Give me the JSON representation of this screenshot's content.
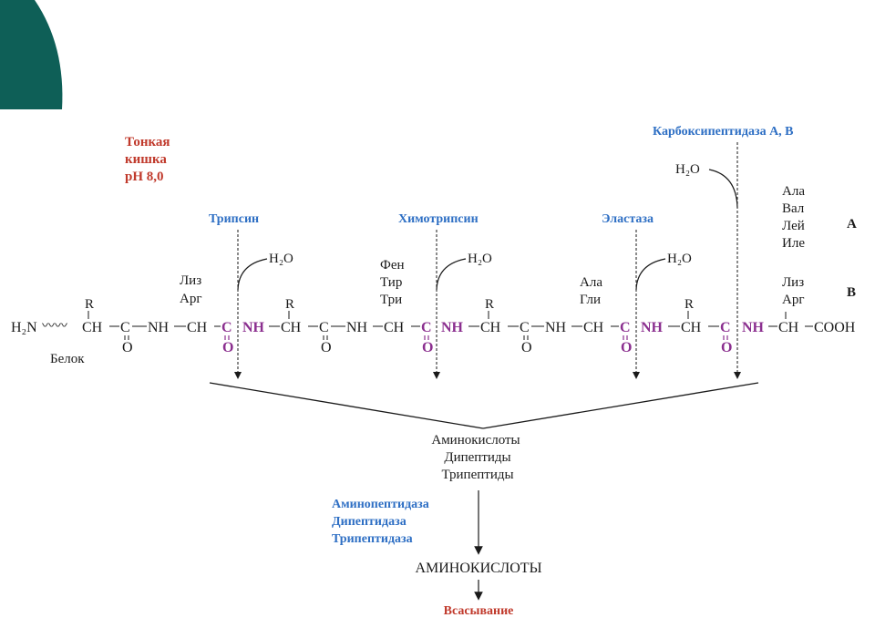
{
  "colors": {
    "corner": "#0e5f57",
    "enzyme": "#2e6fc4",
    "highlight": "#8b2f8f",
    "red": "#c0392b",
    "text": "#1a1a1a"
  },
  "intestine": {
    "line1": "Тонкая",
    "line2": "кишка",
    "line3": "pH 8,0"
  },
  "enzymes": {
    "trypsin": "Трипсин",
    "chymotrypsin": "Химотрипсин",
    "elastase": "Эластаза",
    "carboxypeptidase": "Карбоксипептидаза А, В"
  },
  "water": "H₂O",
  "residues": {
    "trypsin": [
      "Лиз",
      "Арг"
    ],
    "chymotrypsin": [
      "Фен",
      "Тир",
      "Три"
    ],
    "elastase": [
      "Ала",
      "Гли"
    ],
    "carboxy_a": [
      "Ала",
      "Вал",
      "Лей",
      "Иле"
    ],
    "carboxy_b": [
      "Лиз",
      "Арг"
    ],
    "label_a": "А",
    "label_b": "В"
  },
  "chain": {
    "h2n": "H₂N",
    "ch": "CH",
    "c": "C",
    "nh": "NH",
    "r": "R",
    "o": "O",
    "cooh": "COOH",
    "protein": "Белок"
  },
  "products": {
    "line1": "Аминокислоты",
    "line2": "Дипептиды",
    "line3": "Трипептиды"
  },
  "peptidases": {
    "line1": "Аминопептидаза",
    "line2": "Дипептидаза",
    "line3": "Трипептидаза"
  },
  "final": "АМИНОКИСЛОТЫ",
  "absorption": "Всасывание"
}
